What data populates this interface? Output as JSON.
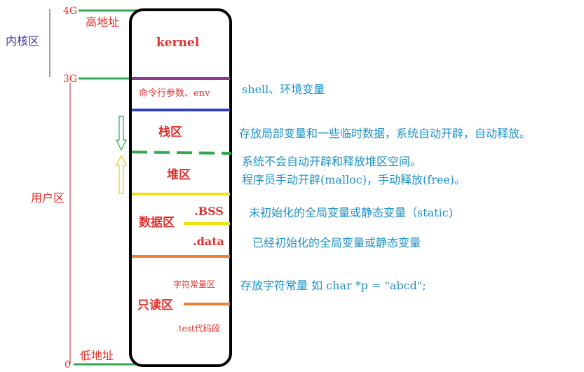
{
  "labels": {
    "kernel_zone": "内核区",
    "user_zone": "用户区",
    "high_address": "高地址",
    "low_address": "低地址",
    "mark_4g": "4G",
    "mark_3g": "3G",
    "mark_0": "0"
  },
  "segments": {
    "kernel": "kernel",
    "cmdline_env": "命令行参数、env",
    "stack": "栈区",
    "heap": "堆区",
    "data_area": "数据区",
    "bss": ".BSS",
    "data": ".data",
    "string_const": "字符常量区",
    "readonly": "只读区",
    "text_code": ".test代码段"
  },
  "descriptions": {
    "env": "shell、环境变量",
    "stack": "存放局部变量和一些临时数据，系统自动开辟，自动释放。",
    "heap_line1": "系统不会自动开辟和释放堆区空间。",
    "heap_line2": "程序员手动开辟(malloc)，手动释放(free)。",
    "bss": "未初始化的全局变量或静态变量（static)",
    "data": "已经初始化的全局变量或静态变量",
    "readonly": "存放字符常量  如 char *p = \"abcd\";"
  },
  "colors": {
    "red_text": "#e0312e",
    "blue_text": "#1e90c8",
    "kernel_zone_text": "#3a3aa8",
    "green": "#2fa84f",
    "purple": "#8e3a8e",
    "blue_line": "#3040c0",
    "yellow": "#f0e010",
    "orange": "#f08030"
  }
}
